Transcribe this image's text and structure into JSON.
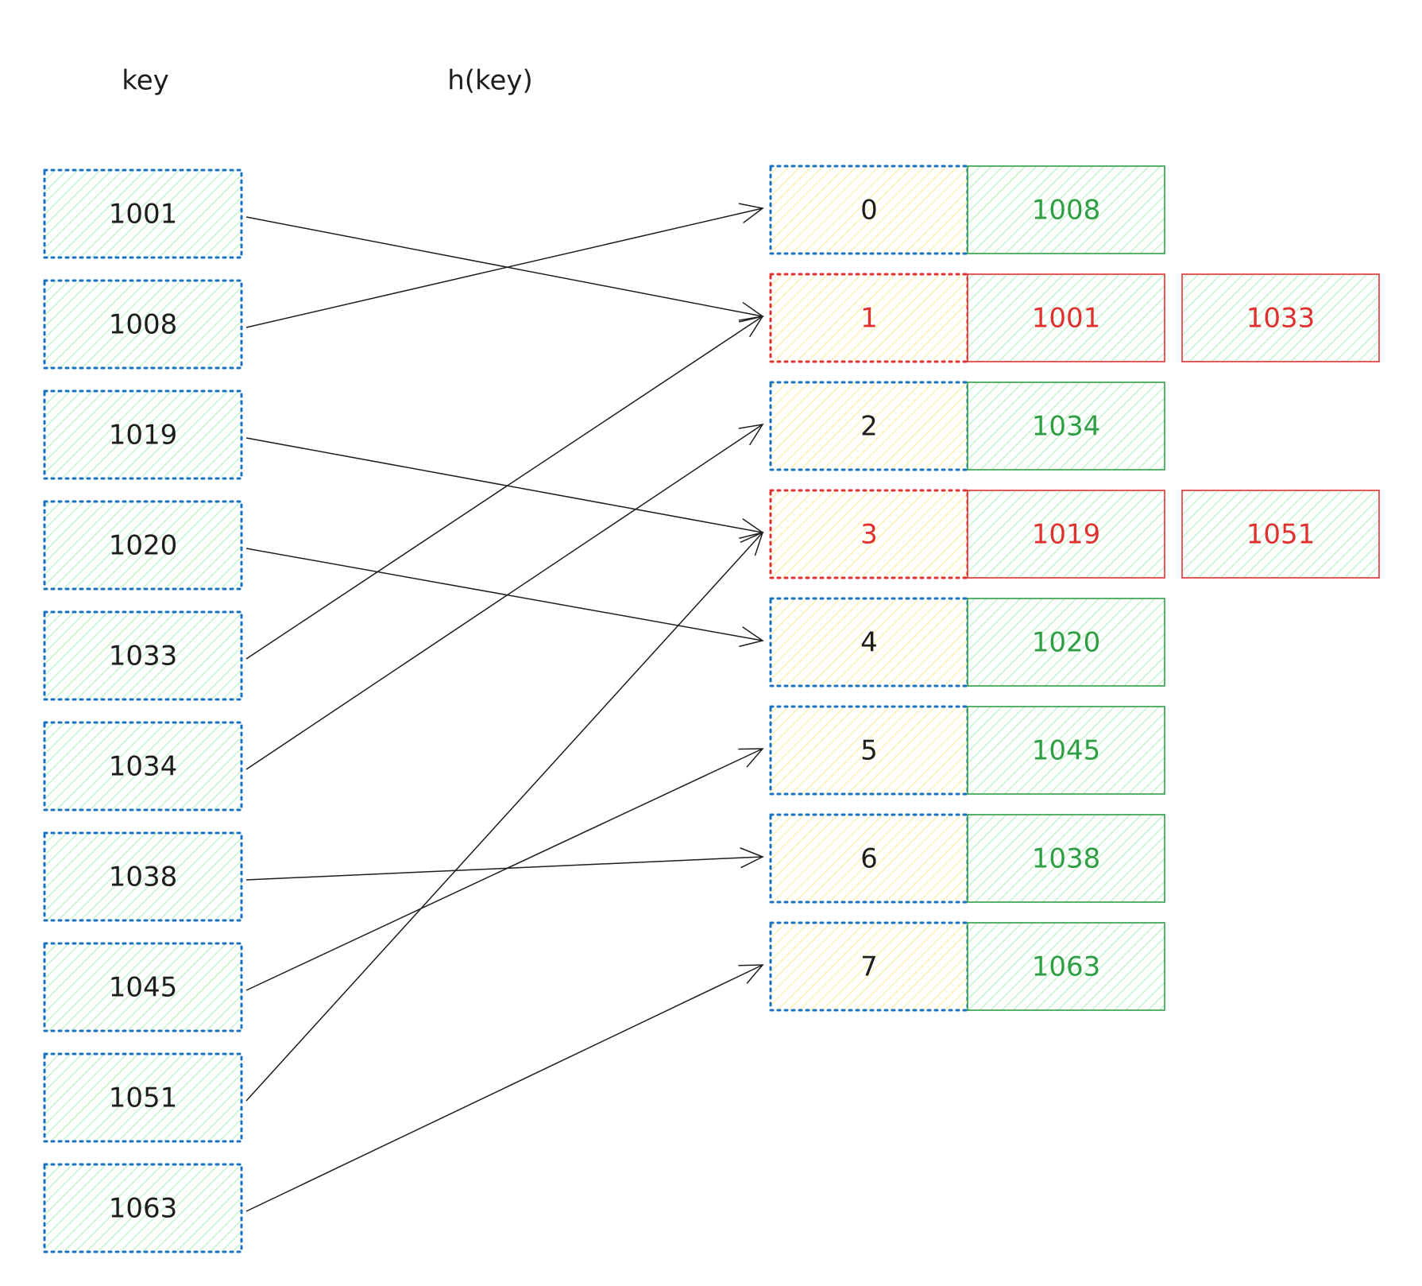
{
  "headers": {
    "key_label": "key",
    "hash_label": "h(key)"
  },
  "keys": [
    "1001",
    "1008",
    "1019",
    "1020",
    "1033",
    "1034",
    "1038",
    "1045",
    "1051",
    "1063"
  ],
  "buckets": [
    {
      "index": "0",
      "collision": false,
      "entries": [
        "1008"
      ]
    },
    {
      "index": "1",
      "collision": true,
      "entries": [
        "1001",
        "1033"
      ]
    },
    {
      "index": "2",
      "collision": false,
      "entries": [
        "1034"
      ]
    },
    {
      "index": "3",
      "collision": true,
      "entries": [
        "1019",
        "1051"
      ]
    },
    {
      "index": "4",
      "collision": false,
      "entries": [
        "1020"
      ]
    },
    {
      "index": "5",
      "collision": false,
      "entries": [
        "1045"
      ]
    },
    {
      "index": "6",
      "collision": false,
      "entries": [
        "1038"
      ]
    },
    {
      "index": "7",
      "collision": false,
      "entries": [
        "1063"
      ]
    }
  ],
  "mappings": [
    {
      "key": "1001",
      "bucket": "1"
    },
    {
      "key": "1008",
      "bucket": "0"
    },
    {
      "key": "1019",
      "bucket": "3"
    },
    {
      "key": "1020",
      "bucket": "4"
    },
    {
      "key": "1033",
      "bucket": "1"
    },
    {
      "key": "1034",
      "bucket": "2"
    },
    {
      "key": "1038",
      "bucket": "6"
    },
    {
      "key": "1045",
      "bucket": "5"
    },
    {
      "key": "1051",
      "bucket": "3"
    },
    {
      "key": "1063",
      "bucket": "7"
    }
  ],
  "colors": {
    "key_border": "#1971c2",
    "key_fill": "#b2f2bb",
    "bucket_fill": "#ffec99",
    "ok_border": "#2f9e44",
    "ok_text": "#2f9e44",
    "ok_fill": "#b2f2bb",
    "collision": "#e03131",
    "ink": "#1e1e1e"
  }
}
